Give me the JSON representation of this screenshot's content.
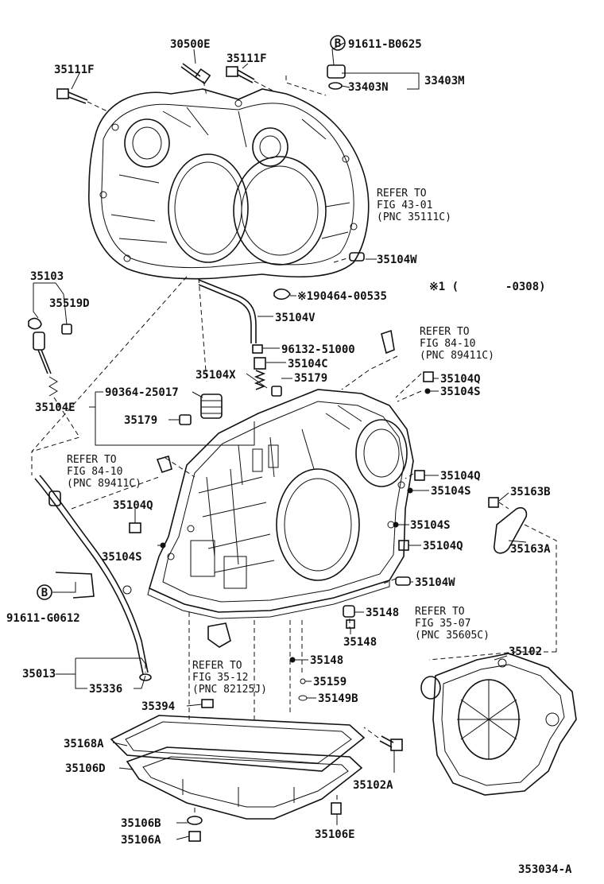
{
  "callouts": [
    {
      "id": "c1",
      "text": "30500E"
    },
    {
      "id": "c2",
      "text": "35111F"
    },
    {
      "id": "c3",
      "text": "35111F"
    },
    {
      "id": "c4",
      "text": "91611-B0625"
    },
    {
      "id": "c5",
      "text": "33403M"
    },
    {
      "id": "c6",
      "text": "33403N"
    },
    {
      "id": "c7",
      "text": "35104W"
    },
    {
      "id": "c8",
      "text": "35103"
    },
    {
      "id": "c9",
      "text": "35519D"
    },
    {
      "id": "c10",
      "text": "※190464-00535"
    },
    {
      "id": "c11",
      "text": "35104V"
    },
    {
      "id": "c12",
      "text": "96132-51000"
    },
    {
      "id": "c13",
      "text": "35104C"
    },
    {
      "id": "c14",
      "text": "35104X"
    },
    {
      "id": "c15",
      "text": "35179"
    },
    {
      "id": "c16",
      "text": "35104Q"
    },
    {
      "id": "c17",
      "text": "35104S"
    },
    {
      "id": "c18",
      "text": "90364-25017"
    },
    {
      "id": "c19",
      "text": "35104E"
    },
    {
      "id": "c20",
      "text": "35179"
    },
    {
      "id": "c21",
      "text": "35104Q"
    },
    {
      "id": "c22",
      "text": "35104S"
    },
    {
      "id": "c23",
      "text": "35163B"
    },
    {
      "id": "c24",
      "text": "35104Q"
    },
    {
      "id": "c25",
      "text": "35104S"
    },
    {
      "id": "c26",
      "text": "35104Q"
    },
    {
      "id": "c27",
      "text": "35163A"
    },
    {
      "id": "c28",
      "text": "35104S"
    },
    {
      "id": "c29",
      "text": "35104W"
    },
    {
      "id": "c30",
      "text": "91611-G0612"
    },
    {
      "id": "c31",
      "text": "35148"
    },
    {
      "id": "c32",
      "text": "35148"
    },
    {
      "id": "c33",
      "text": "35148"
    },
    {
      "id": "c34",
      "text": "35102"
    },
    {
      "id": "c35",
      "text": "35013"
    },
    {
      "id": "c36",
      "text": "35336"
    },
    {
      "id": "c37",
      "text": "35159"
    },
    {
      "id": "c38",
      "text": "35149B"
    },
    {
      "id": "c39",
      "text": "35394"
    },
    {
      "id": "c40",
      "text": "35168A"
    },
    {
      "id": "c41",
      "text": "35106D"
    },
    {
      "id": "c42",
      "text": "35102A"
    },
    {
      "id": "c43",
      "text": "35106B"
    },
    {
      "id": "c44",
      "text": "35106A"
    },
    {
      "id": "c45",
      "text": "35106E"
    }
  ],
  "references": {
    "ref_top": [
      "REFER TO",
      "FIG 43-01",
      "(PNC 35111C)"
    ],
    "ref_89411a": [
      "REFER TO",
      "FIG 84-10",
      "(PNC 89411C)"
    ],
    "ref_89411b": [
      "REFER TO",
      "FIG 84-10",
      "(PNC 89411C)"
    ],
    "ref_82125": [
      "REFER TO",
      "FIG 35-12",
      "(PNC 82125J)"
    ],
    "ref_35605": [
      "REFER TO",
      "FIG 35-07",
      "(PNC 35605C)"
    ]
  },
  "notes": {
    "applicability": "※1 (       -0308)",
    "b_symbol": "B",
    "illustration_number": "353034-A"
  }
}
